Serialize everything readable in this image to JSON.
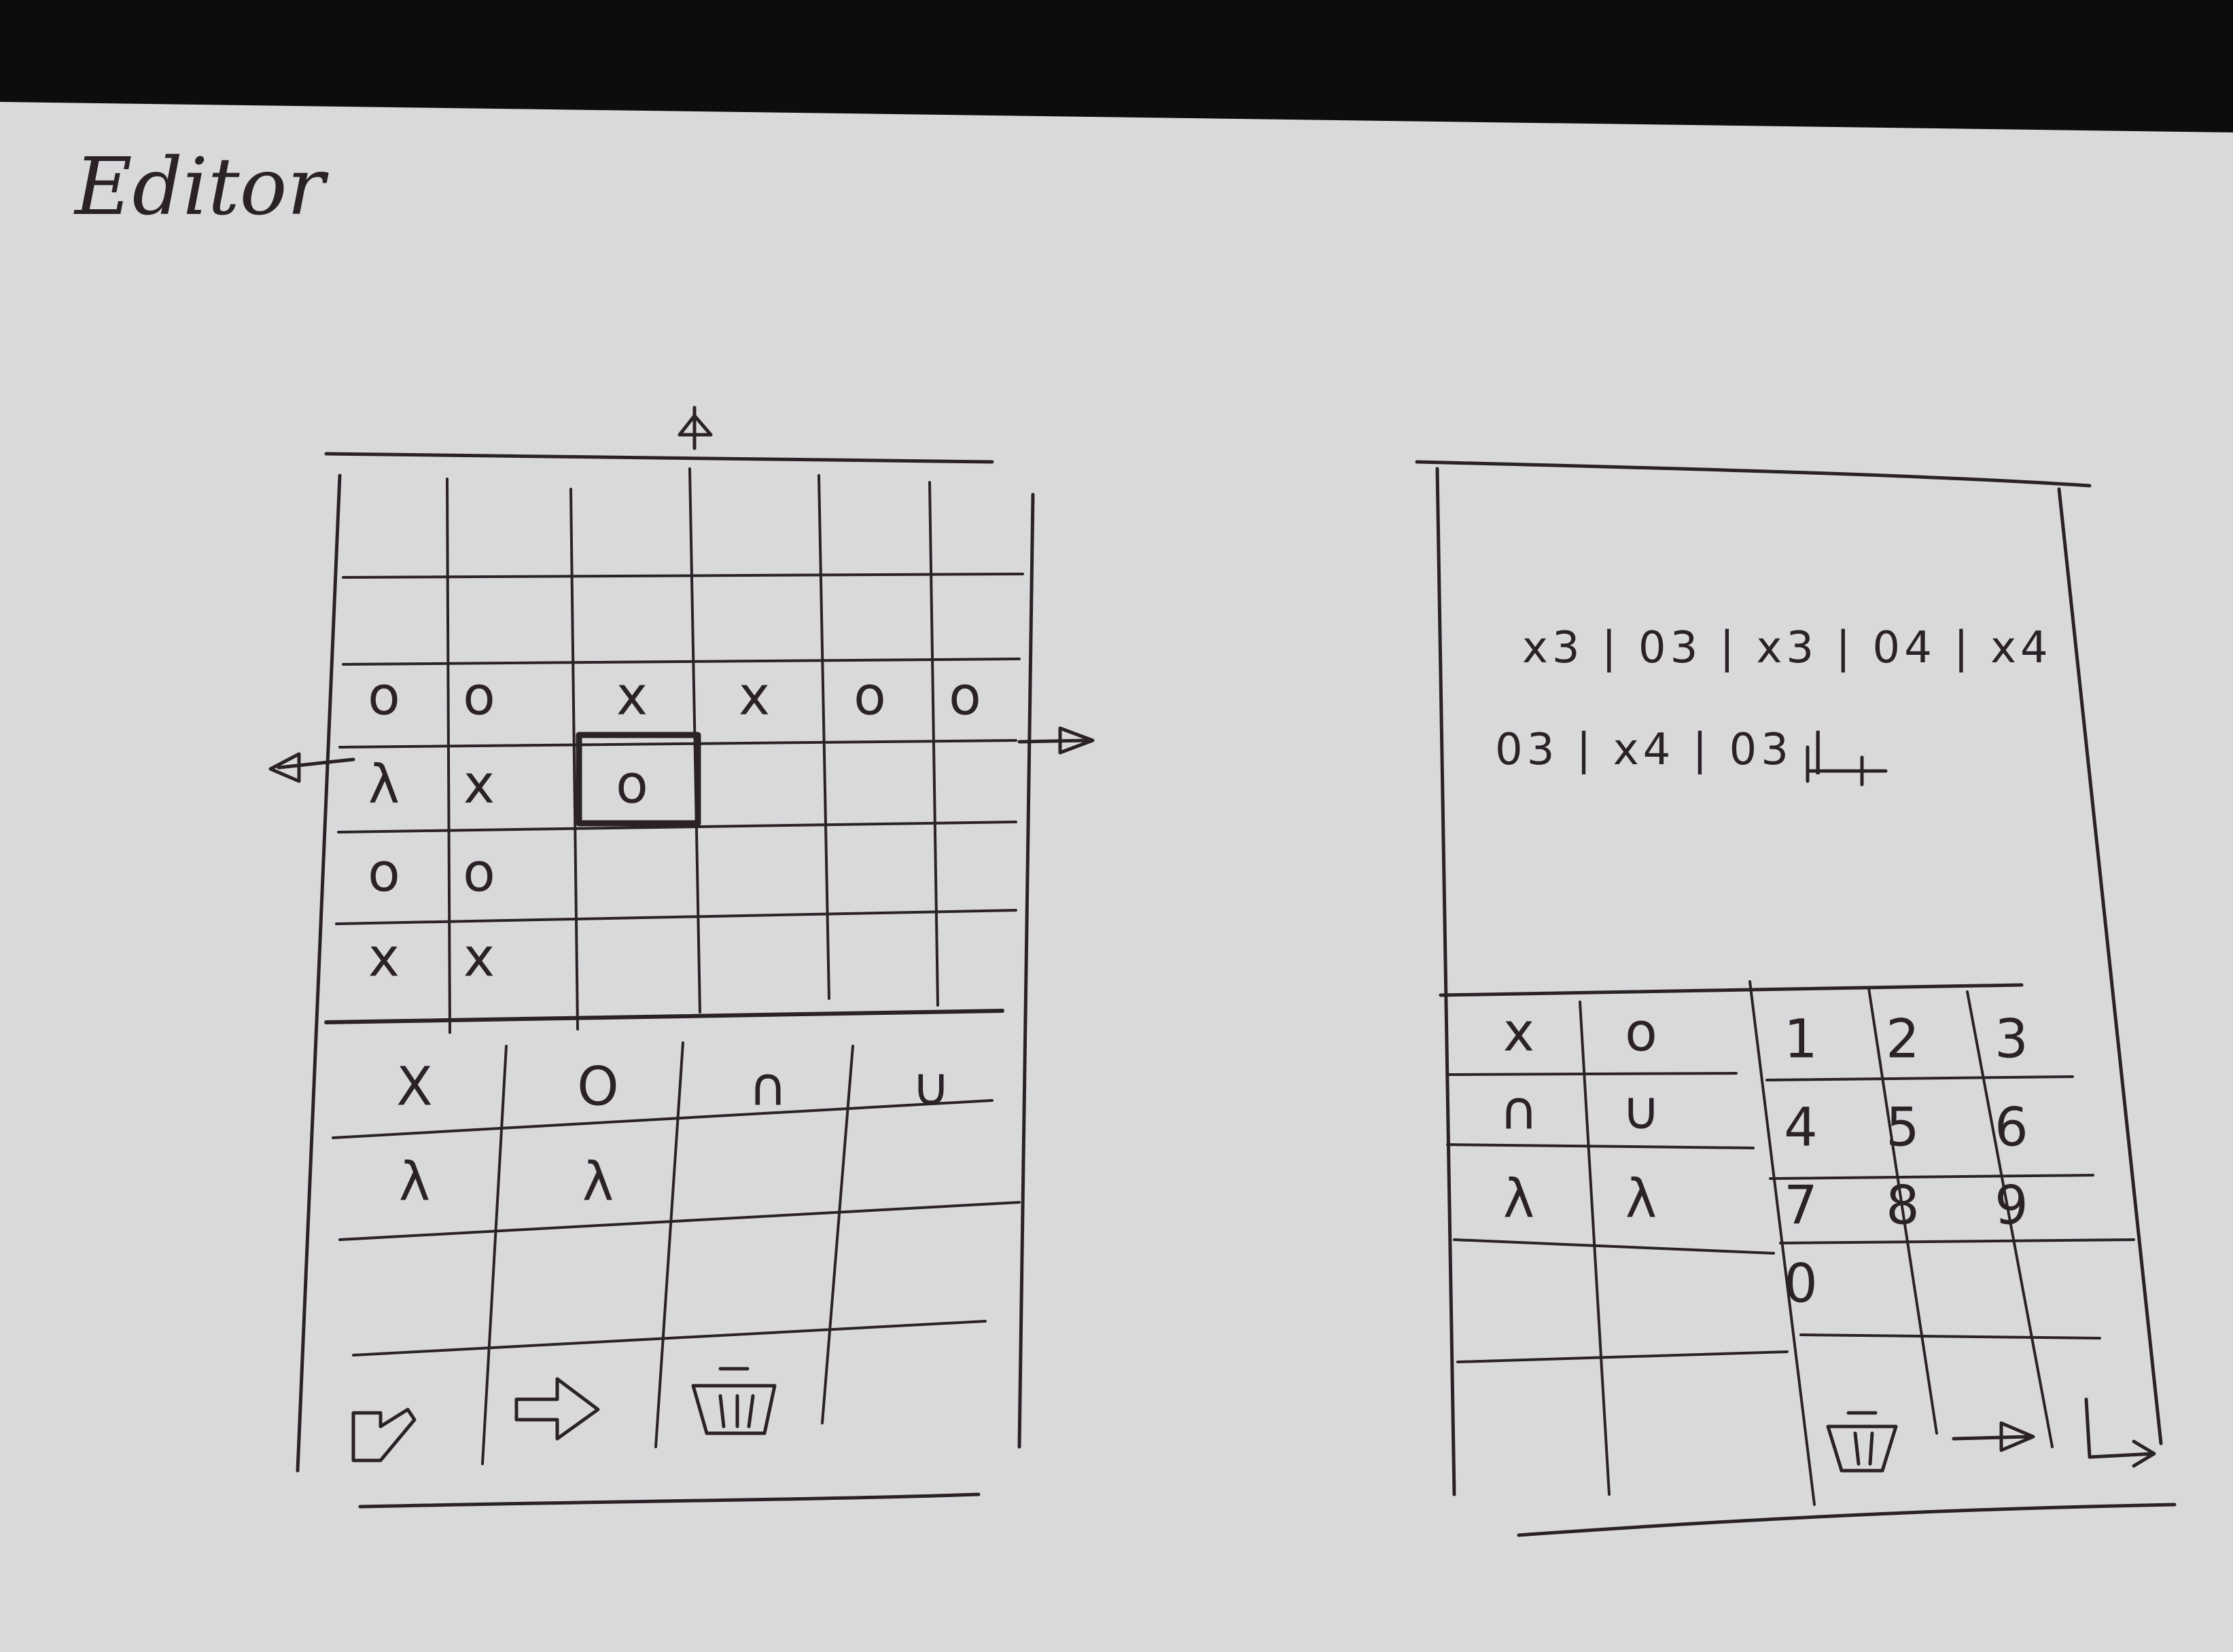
{
  "title": "Editor",
  "left_sketch": {
    "grid_rows": [
      [
        "",
        "",
        "",
        "",
        "",
        ""
      ],
      [
        "",
        "",
        "",
        "",
        "",
        ""
      ],
      [
        "o",
        "o",
        "x",
        "x",
        "o",
        "o"
      ],
      [
        "λ",
        "x",
        "o",
        "",
        "",
        ""
      ],
      [
        "o",
        "o",
        "",
        "",
        "",
        ""
      ],
      [
        "x",
        "x",
        "",
        "",
        "",
        ""
      ]
    ],
    "palette_rows": [
      [
        "X",
        "O",
        "∩",
        "∪"
      ],
      [
        "λ",
        "λ",
        "",
        ""
      ],
      [
        "",
        "",
        "",
        ""
      ]
    ],
    "toolbar_icons": [
      "outline-arrow-icon",
      "right-arrow-icon",
      "trash-icon"
    ],
    "nav_arrows": [
      "up-arrow-icon",
      "left-arrow-icon",
      "right-arrow-icon"
    ]
  },
  "right_sketch": {
    "sequence_lines": [
      "x3 | 03 | x3 | 04 | x4",
      "03 | x4 | 03 |"
    ],
    "symbol_pad": [
      [
        "x",
        "o"
      ],
      [
        "∩",
        "∪"
      ],
      [
        "λ",
        "λ"
      ],
      [
        "",
        ""
      ],
      [
        "",
        ""
      ]
    ],
    "number_pad": [
      [
        "1",
        "2",
        "3"
      ],
      [
        "4",
        "5",
        "6"
      ],
      [
        "7",
        "8",
        "9"
      ],
      [
        "0",
        "",
        ""
      ]
    ],
    "toolbar_icons": [
      "trash-icon",
      "arrow-right-icon",
      "enter-icon"
    ]
  }
}
